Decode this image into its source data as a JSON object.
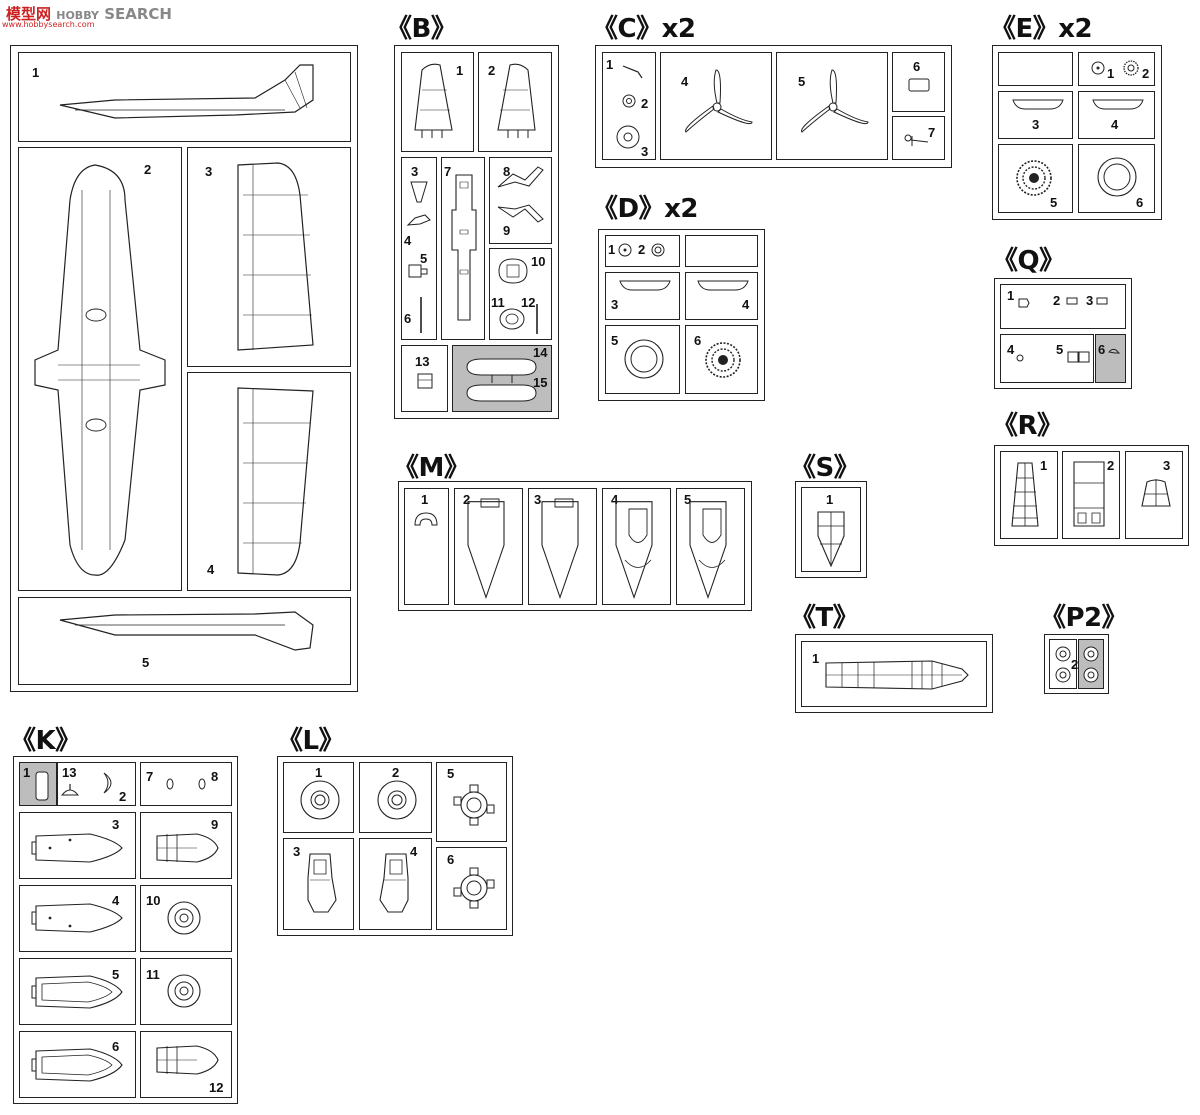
{
  "watermark": {
    "cn": "模型网",
    "en": "SEARCH",
    "prefix": "HOBBY",
    "url": "www.hobbysearch.com"
  },
  "colors": {
    "line": "#222222",
    "shade": "#bdbdbd",
    "watermark_blue": "#1b63c6",
    "watermark_red": "#cc2222"
  },
  "sprues": {
    "A": {
      "parts": [
        "1",
        "2",
        "3",
        "4",
        "5"
      ]
    },
    "B": {
      "title": "《B》",
      "parts": [
        "1",
        "2",
        "3",
        "7",
        "8",
        "9",
        "4",
        "5",
        "10",
        "6",
        "11",
        "12",
        "13",
        "14",
        "15"
      ]
    },
    "C": {
      "title": "《C》x2",
      "parts": [
        "1",
        "2",
        "3",
        "4",
        "5",
        "6",
        "7"
      ]
    },
    "D": {
      "title": "《D》x2",
      "parts": [
        "1",
        "2",
        "3",
        "4",
        "5",
        "6"
      ]
    },
    "E": {
      "title": "《E》x2",
      "parts": [
        "1",
        "2",
        "3",
        "4",
        "5",
        "6"
      ]
    },
    "Q": {
      "title": "《Q》",
      "parts": [
        "1",
        "2",
        "3",
        "4",
        "5",
        "6"
      ]
    },
    "R": {
      "title": "《R》",
      "parts": [
        "1",
        "2",
        "3"
      ]
    },
    "M": {
      "title": "《M》",
      "parts": [
        "1",
        "2",
        "3",
        "4",
        "5"
      ]
    },
    "S": {
      "title": "《S》",
      "parts": [
        "1"
      ]
    },
    "T": {
      "title": "《T》",
      "parts": [
        "1"
      ]
    },
    "P2": {
      "title": "《P2》",
      "parts": [
        "2"
      ]
    },
    "K": {
      "title": "《K》",
      "parts": [
        "1",
        "13",
        "2",
        "7",
        "8",
        "3",
        "9",
        "4",
        "10",
        "5",
        "11",
        "6",
        "12"
      ]
    },
    "L": {
      "title": "《L》",
      "parts": [
        "1",
        "2",
        "5",
        "3",
        "4",
        "6"
      ]
    }
  }
}
